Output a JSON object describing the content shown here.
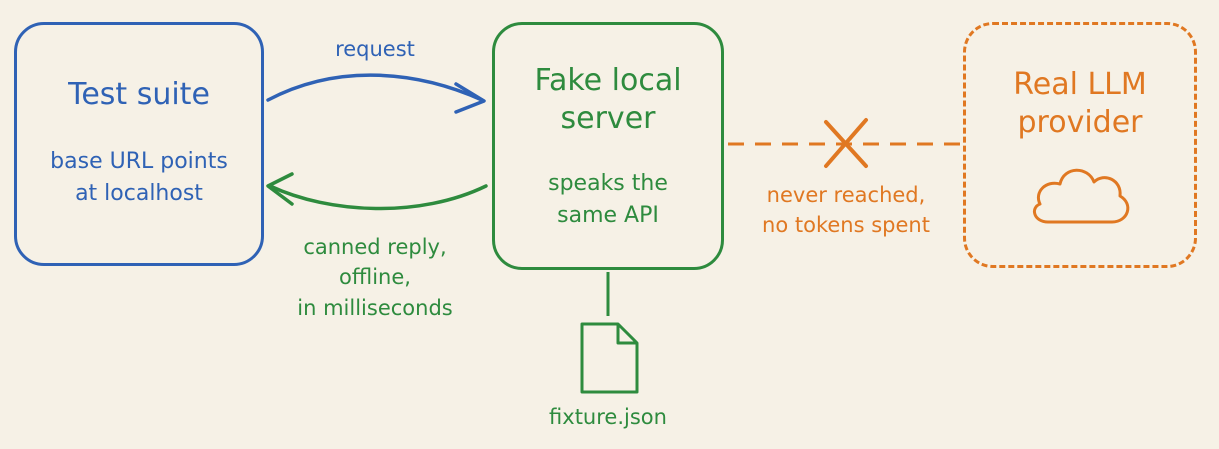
{
  "nodes": {
    "test_suite": {
      "title": "Test suite",
      "subtitle": "base URL points\nat localhost"
    },
    "fake_server": {
      "title": "Fake local\nserver",
      "subtitle": "speaks the\nsame API"
    },
    "real_provider": {
      "title": "Real LLM\nprovider",
      "icon": "cloud-icon"
    },
    "fixture": {
      "label": "fixture.json",
      "icon": "file-icon"
    }
  },
  "edges": {
    "request": {
      "label": "request"
    },
    "reply": {
      "label": "canned reply,\noffline,\nin milliseconds"
    },
    "blocked": {
      "label": "never reached,\nno tokens spent",
      "icon": "cross-icon"
    }
  },
  "colors": {
    "background": "#f6f1e6",
    "blue": "#2f62b5",
    "green": "#2e8b3e",
    "orange": "#e07822"
  }
}
